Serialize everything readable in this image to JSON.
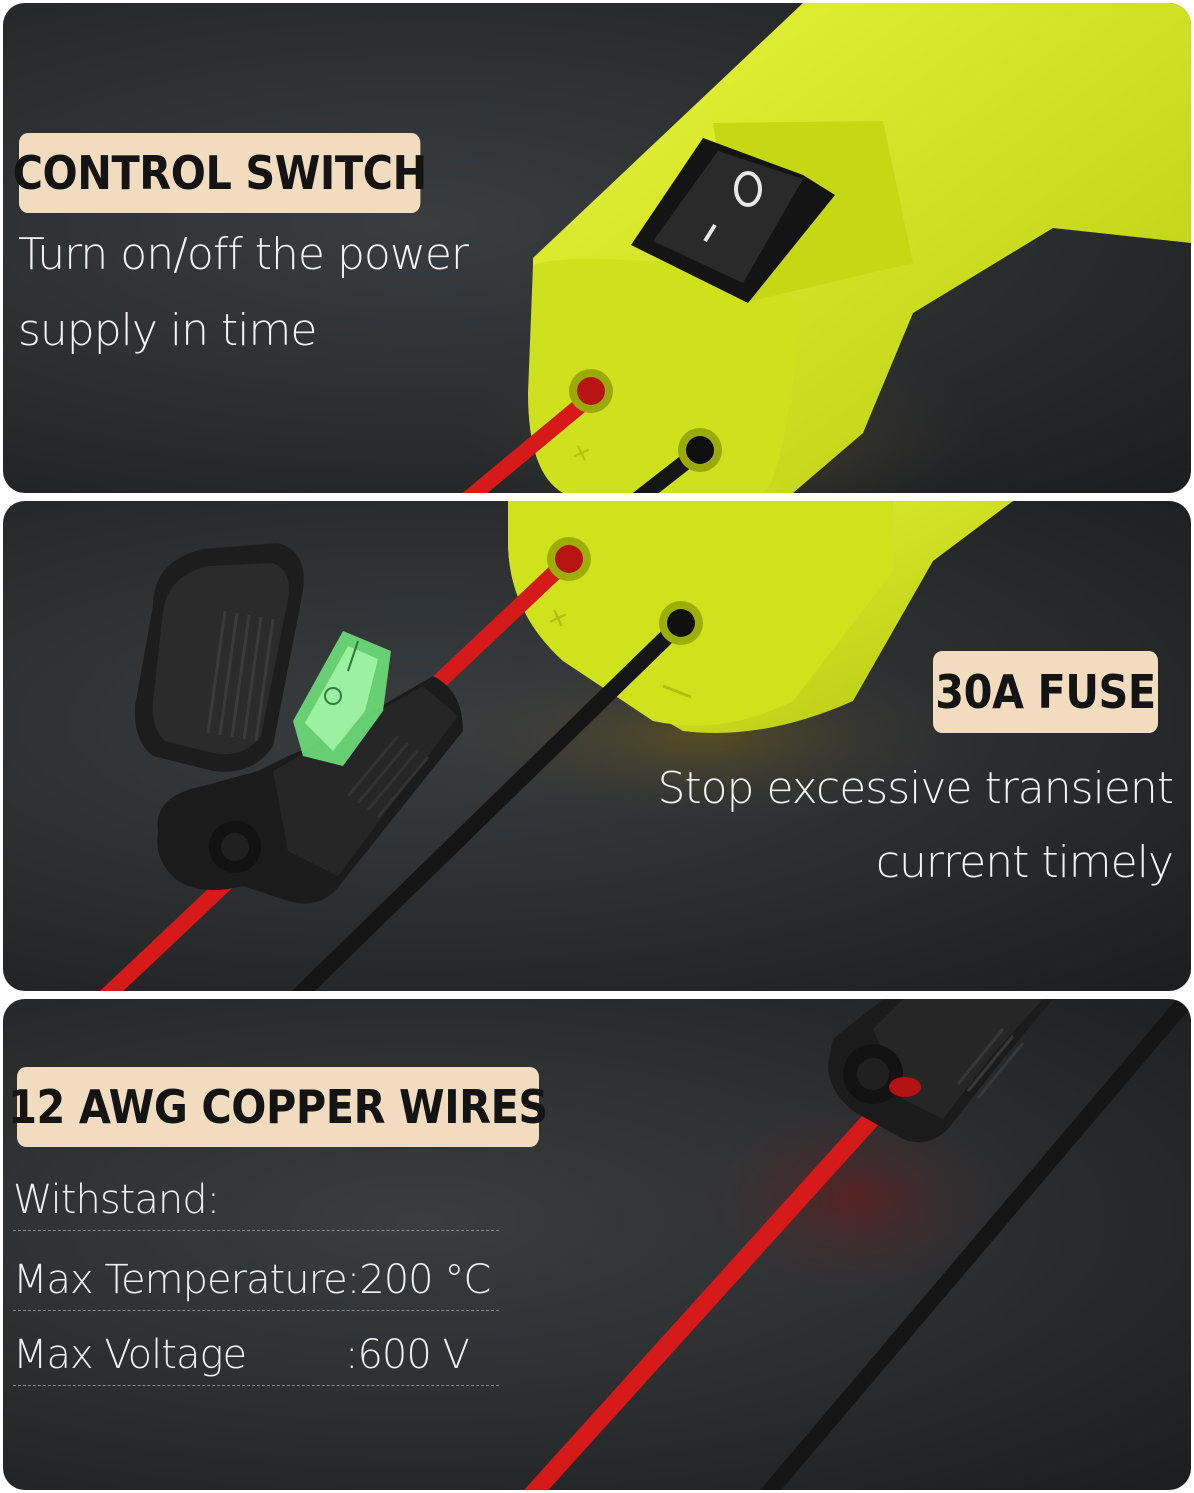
{
  "sections": [
    {
      "heading": "CONTROL SWITCH",
      "lines": [
        "Turn on/off the power",
        "supply in time"
      ]
    },
    {
      "heading": "30A FUSE",
      "lines": [
        "Stop excessive transient",
        "current timely"
      ]
    },
    {
      "heading": "12 AWG COPPER WIRES",
      "intro": "Withstand:",
      "specs": [
        {
          "label": "Max Temperature",
          "separator": ": ",
          "value": "200 °C"
        },
        {
          "label": "Max Voltage",
          "separator": ": ",
          "value": "600 V"
        }
      ]
    }
  ],
  "colors": {
    "housing": "#d8ec1e",
    "wire_red": "#d61a1a",
    "wire_black": "#151515",
    "badge": "#f1dcc0",
    "fuse_green": "#6ddc7a"
  }
}
